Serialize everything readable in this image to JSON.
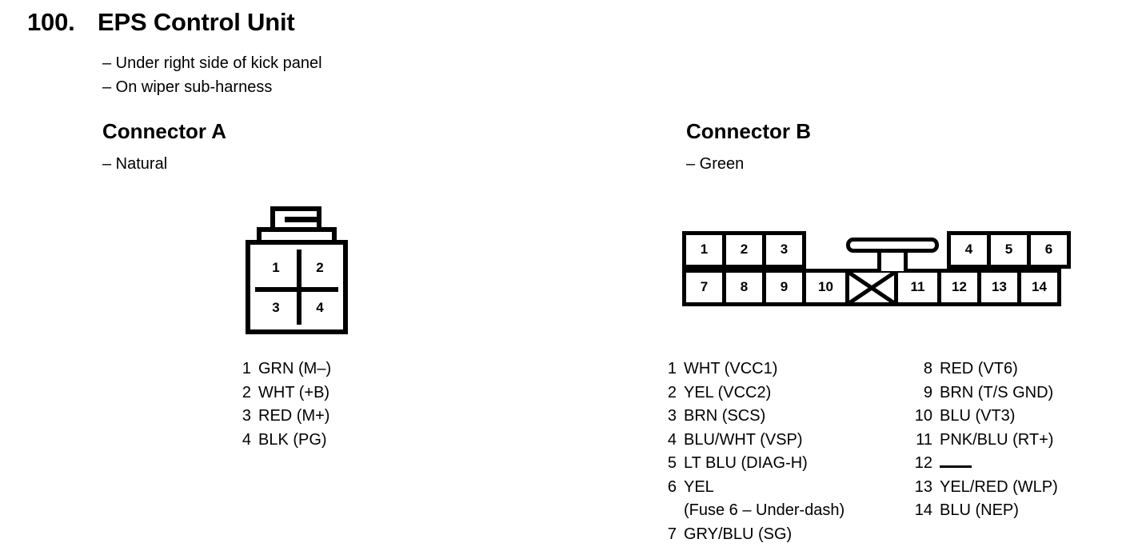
{
  "title": {
    "number": "100.",
    "text": "EPS Control Unit"
  },
  "notes": [
    "– Under right side of kick panel",
    "– On wiper sub-harness"
  ],
  "connector_a": {
    "heading": "Connector A",
    "colour": "– Natural",
    "diagram": {
      "type": "4-pin-2x2",
      "top_row": [
        "1",
        "2"
      ],
      "bottom_row": [
        "3",
        "4"
      ],
      "latch": "top-tab"
    },
    "pins": [
      {
        "index": "1",
        "label": "GRN (M–)"
      },
      {
        "index": "2",
        "label": "WHT (+B)"
      },
      {
        "index": "3",
        "label": "RED (M+)"
      },
      {
        "index": "4",
        "label": "BLK (PG)"
      }
    ]
  },
  "connector_b": {
    "heading": "Connector B",
    "colour": "– Green",
    "diagram": {
      "type": "14-pin-2row",
      "top_left": [
        "1",
        "2",
        "3"
      ],
      "top_right": [
        "4",
        "5",
        "6"
      ],
      "bottom_left": [
        "7",
        "8",
        "9",
        "10"
      ],
      "bottom_blocked": "X",
      "bottom_right": [
        "11",
        "12",
        "13",
        "14"
      ],
      "latch": "t-shape-center"
    },
    "pins_left": [
      {
        "index": "1",
        "label": "WHT (VCC1)"
      },
      {
        "index": "2",
        "label": "YEL (VCC2)"
      },
      {
        "index": "3",
        "label": "BRN (SCS)"
      },
      {
        "index": "4",
        "label": "BLU/WHT (VSP)"
      },
      {
        "index": "5",
        "label": "LT BLU (DIAG-H)"
      },
      {
        "index": "6",
        "label": "YEL",
        "sub": "(Fuse 6 – Under-dash)"
      },
      {
        "index": "7",
        "label": "GRY/BLU (SG)"
      }
    ],
    "pins_right": [
      {
        "index": "8",
        "label": "RED (VT6)"
      },
      {
        "index": "9",
        "label": "BRN (T/S GND)"
      },
      {
        "index": "10",
        "label": "BLU (VT3)"
      },
      {
        "index": "11",
        "label": "PNK/BLU (RT+)"
      },
      {
        "index": "12",
        "label": "",
        "rule": true
      },
      {
        "index": "13",
        "label": "YEL/RED (WLP)"
      },
      {
        "index": "14",
        "label": "BLU (NEP)"
      }
    ]
  },
  "colors": {
    "ink": "#000000",
    "paper": "#ffffff"
  }
}
